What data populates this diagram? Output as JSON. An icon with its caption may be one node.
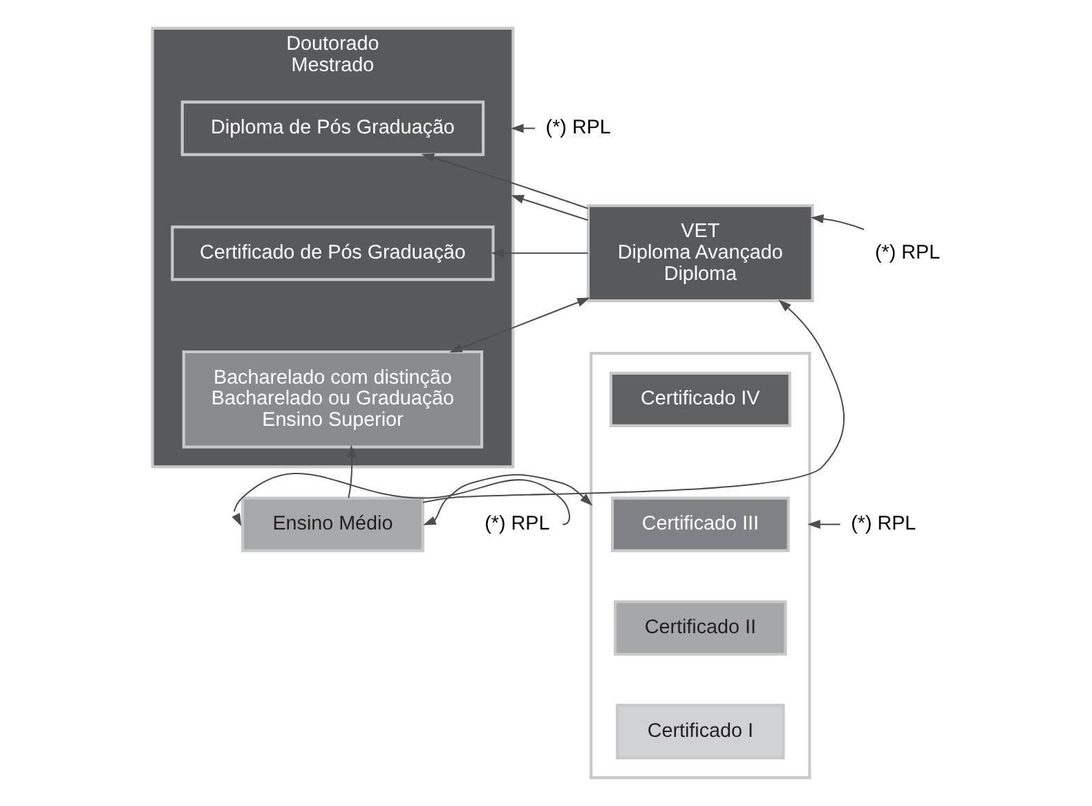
{
  "diagram": {
    "nodes": [
      {
        "text": [
          "Doutorado",
          "Mestrado"
        ]
      },
      {
        "text": [
          "Diploma de Pós Graduação"
        ],
        "in": 0
      },
      {
        "text": [
          "Certificado de Pós Graduação"
        ],
        "in": 0
      },
      {
        "text": [
          "Bacharelado com distinção",
          "Bacharelado ou Graduação",
          "Ensino Superior"
        ],
        "in": 0
      },
      {
        "text": [
          "VET",
          "Diploma Avançado",
          "Diploma"
        ]
      },
      {
        "text": [
          "Ensino Médio"
        ]
      },
      {
        "text": [],
        "shape": "box"
      },
      {
        "text": [
          "Certificado IV"
        ],
        "in": 6
      },
      {
        "text": [
          "Certificado III"
        ],
        "in": 6
      },
      {
        "text": [
          "Certificado II"
        ],
        "in": 6
      },
      {
        "text": [
          "Certificado I"
        ],
        "in": 6
      },
      {
        "text": [
          "(*) RPL"
        ]
      },
      {
        "text": [
          "(*) RPL"
        ]
      },
      {
        "text": [
          "(*) RPL"
        ]
      },
      {
        "text": [
          "(*) RPL"
        ]
      }
    ],
    "edges": [
      {
        "from": 4,
        "to": 0,
        "arrow": "to"
      },
      {
        "from": 4,
        "to": 1,
        "arrow": "to"
      },
      {
        "from": 4,
        "to": 2,
        "arrow": "to"
      },
      {
        "from": 3,
        "to": 4,
        "arrow": "both"
      },
      {
        "from": 5,
        "to": 3,
        "arrow": "to"
      },
      {
        "from": 5,
        "to": 4,
        "arrow": "to"
      },
      {
        "from": 5,
        "to": 6,
        "arrow": "both"
      },
      {
        "from": 11,
        "to": 0,
        "arrow": "to"
      },
      {
        "from": 12,
        "to": 4,
        "arrow": "to"
      },
      {
        "from": 13,
        "to": 5,
        "arrow": "to"
      },
      {
        "from": 14,
        "to": 6,
        "arrow": "to"
      }
    ]
  }
}
